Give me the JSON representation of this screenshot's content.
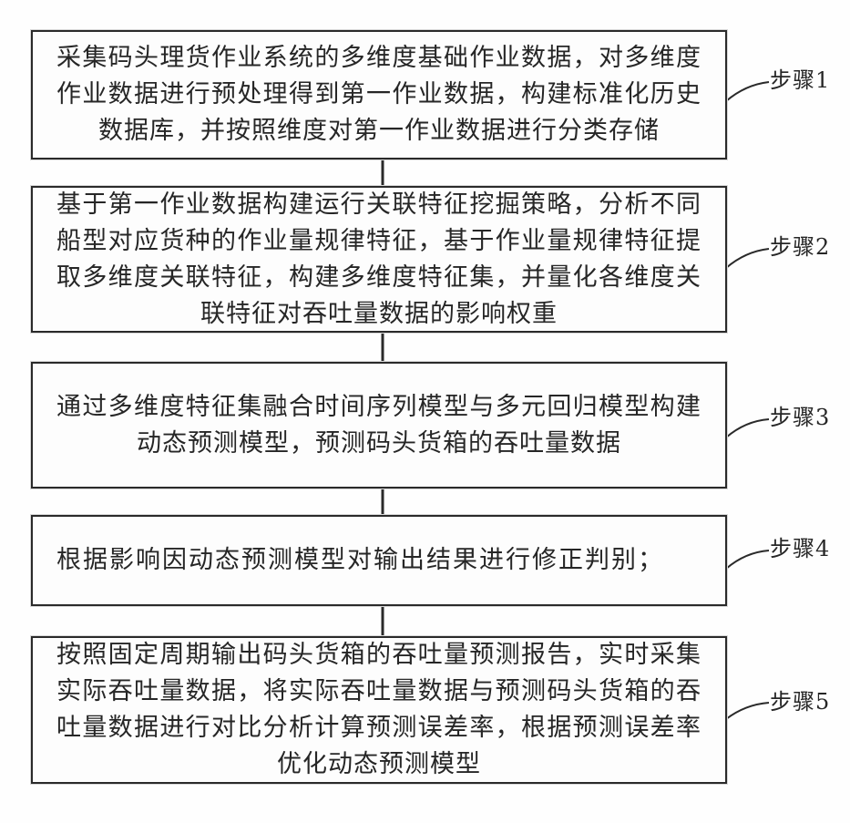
{
  "figure": {
    "type": "flowchart",
    "title": "",
    "steps": [
      {
        "label": "步骤1",
        "text": "采集码头理货作业系统的多维度基础作业数据，对多维度作业数据进行预处理得到第一作业数据，构建标准化历史数据库，并按照维度对第一作业数据进行分类存储"
      },
      {
        "label": "步骤2",
        "text": "基于第一作业数据构建运行关联特征挖掘策略，分析不同船型对应货种的作业量规律特征，基于作业量规律特征提取多维度关联特征，构建多维度特征集，并量化各维度关联特征对吞吐量数据的影响权重"
      },
      {
        "label": "步骤3",
        "text": "通过多维度特征集融合时间序列模型与多元回归模型构建动态预测模型，预测码头货箱的吞吐量数据"
      },
      {
        "label": "步骤4",
        "text": "根据影响因动态预测模型对输出结果进行修正判别；"
      },
      {
        "label": "步骤5",
        "text": "按照固定周期输出码头货箱的吞吐量预测报告，实时采集实际吞吐量数据，将实际吞吐量数据与预测码头货箱的吞吐量数据进行对比分析计算预测误差率，根据预测误差率优化动态预测模型"
      }
    ],
    "colors": {
      "border": "#2a2a2a",
      "text": "#262626",
      "line": "#2a2a2a",
      "background": "#fefefe"
    }
  }
}
